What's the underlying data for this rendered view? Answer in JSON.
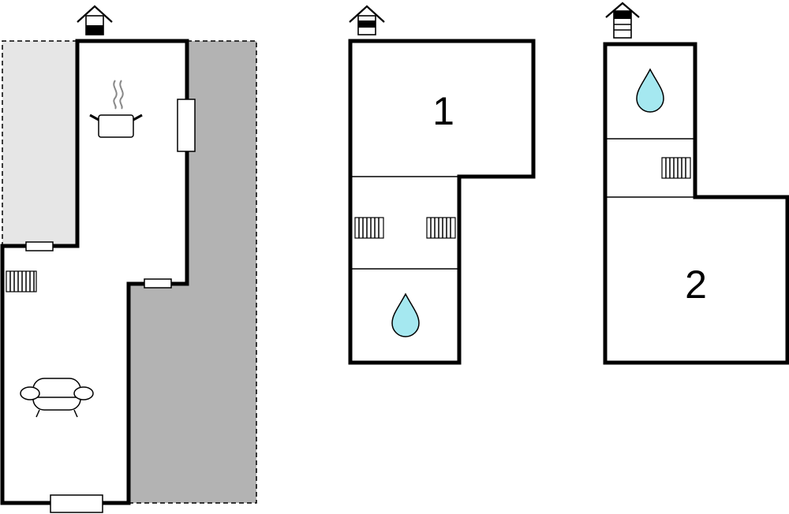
{
  "title": "",
  "floors": [
    {
      "id": "ground",
      "room_label": ""
    },
    {
      "id": "first",
      "room_label": "1"
    },
    {
      "id": "second",
      "room_label": "2"
    }
  ],
  "colors": {
    "wall": "#000000",
    "terrace_light": "#e6e6e6",
    "terrace_dark": "#b3b3b3",
    "water": "#a5e8f0",
    "background": "#ffffff"
  },
  "icons": [
    "house-level-icon",
    "cooking-pot-icon",
    "radiator-icon",
    "sofa-icon",
    "water-drop-icon",
    "window-icon"
  ]
}
